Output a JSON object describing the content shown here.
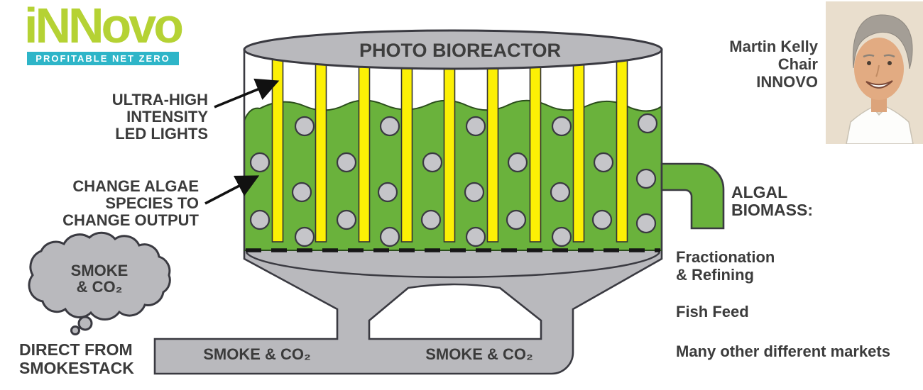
{
  "logo": {
    "wordmark": "iNNovo",
    "tagline": "PROFITABLE NET ZERO",
    "wordmark_color": "#b5d234",
    "tagline_bg": "#2eb5c8"
  },
  "reactor": {
    "title": "PHOTO BIOREACTOR"
  },
  "annotations": {
    "led_lights": {
      "lines": [
        "ULTRA-HIGH",
        "INTENSITY",
        "LED LIGHTS"
      ]
    },
    "algae_species": {
      "lines": [
        "CHANGE ALGAE",
        "SPECIES TO",
        "CHANGE OUTPUT"
      ]
    }
  },
  "smoke": {
    "cloud_lines": [
      "SMOKE",
      "& CO₂"
    ],
    "source_lines": [
      "DIRECT FROM",
      "SMOKESTACK"
    ],
    "pipe_labels": [
      "SMOKE & CO₂",
      "SMOKE & CO₂"
    ]
  },
  "output": {
    "heading_lines": [
      "ALGAL",
      "BIOMASS:"
    ],
    "markets": [
      [
        "Fractionation",
        "& Refining"
      ],
      [
        "Fish Feed"
      ],
      [
        "Many other different markets"
      ]
    ]
  },
  "person": {
    "name": "Martin Kelly",
    "role": "Chair",
    "org": "INNOVO"
  },
  "colors": {
    "algae_green": "#6ab23c",
    "led_yellow": "#fcf005",
    "steel_gray": "#b9b9bd",
    "bubble_gray": "#c5c5c9",
    "outline": "#3a3a41",
    "text_dark": "#3b3b3b"
  }
}
